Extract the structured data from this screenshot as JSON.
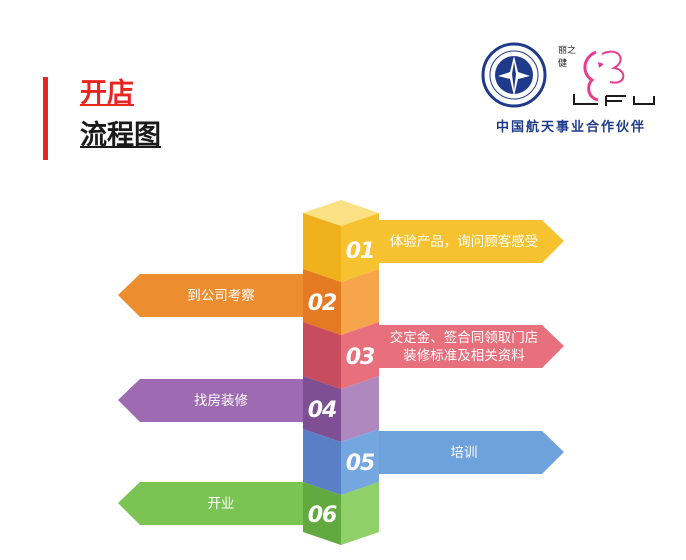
{
  "title": {
    "line1": "开店",
    "line2": "流程图"
  },
  "brand": {
    "tagline": "中国航天事业合作伙伴",
    "wordmark": "丽之健",
    "letters": "LFJ"
  },
  "colors": {
    "title_accent": "#e8251e",
    "brand_blue": "#1f3a8a",
    "brand_pink": "#e83c8c",
    "step_yellow": "#f6c22f",
    "step_orange": "#ec8d2f",
    "step_pink": "#e7707c",
    "step_purple": "#9e6ab1",
    "step_blue": "#6ea2dc",
    "step_green": "#7bc353"
  },
  "steps": [
    {
      "num": "01",
      "text": [
        "体验产品，询问顾客感受"
      ],
      "side": "right",
      "color": "yellow"
    },
    {
      "num": "02",
      "text": [
        "到公司考察"
      ],
      "side": "left",
      "color": "orange"
    },
    {
      "num": "03",
      "text": [
        "交定金、签合同领取门店",
        "装修标准及相关资料"
      ],
      "side": "right",
      "color": "pink"
    },
    {
      "num": "04",
      "text": [
        "找房装修"
      ],
      "side": "left",
      "color": "purple"
    },
    {
      "num": "05",
      "text": [
        "培训"
      ],
      "side": "right",
      "color": "blue"
    },
    {
      "num": "06",
      "text": [
        "开业"
      ],
      "side": "left",
      "color": "green"
    }
  ]
}
